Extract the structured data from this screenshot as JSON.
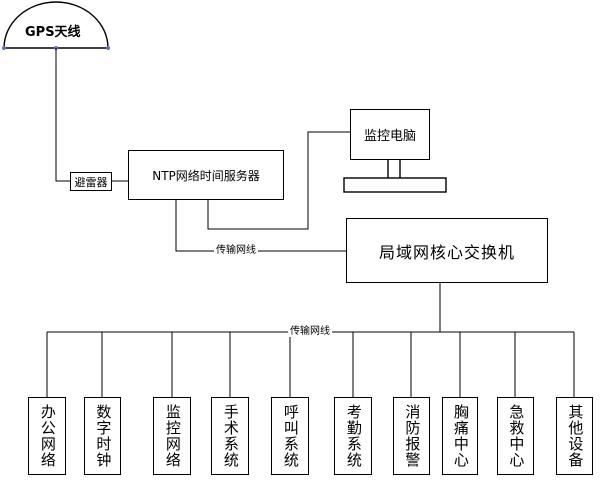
{
  "gps_antenna": {
    "label": "GPS天线"
  },
  "lightning_arrester": {
    "label": "避雷器"
  },
  "ntp_server": {
    "label": "NTP网络时间服务器"
  },
  "monitor_pc": {
    "label": "监控电脑"
  },
  "core_switch": {
    "label": "局域网核心交换机"
  },
  "cable_labels": {
    "upper": "传输网线",
    "lower": "传输网线"
  },
  "subsystems": [
    {
      "label": "办公网络"
    },
    {
      "label": "数字时钟"
    },
    {
      "label": "监控网络"
    },
    {
      "label": "手术系统"
    },
    {
      "label": "呼叫系统"
    },
    {
      "label": "考勤系统"
    },
    {
      "label": "消防报警"
    },
    {
      "label": "胸痛中心"
    },
    {
      "label": "急救中心"
    },
    {
      "label": "其他设备"
    }
  ]
}
